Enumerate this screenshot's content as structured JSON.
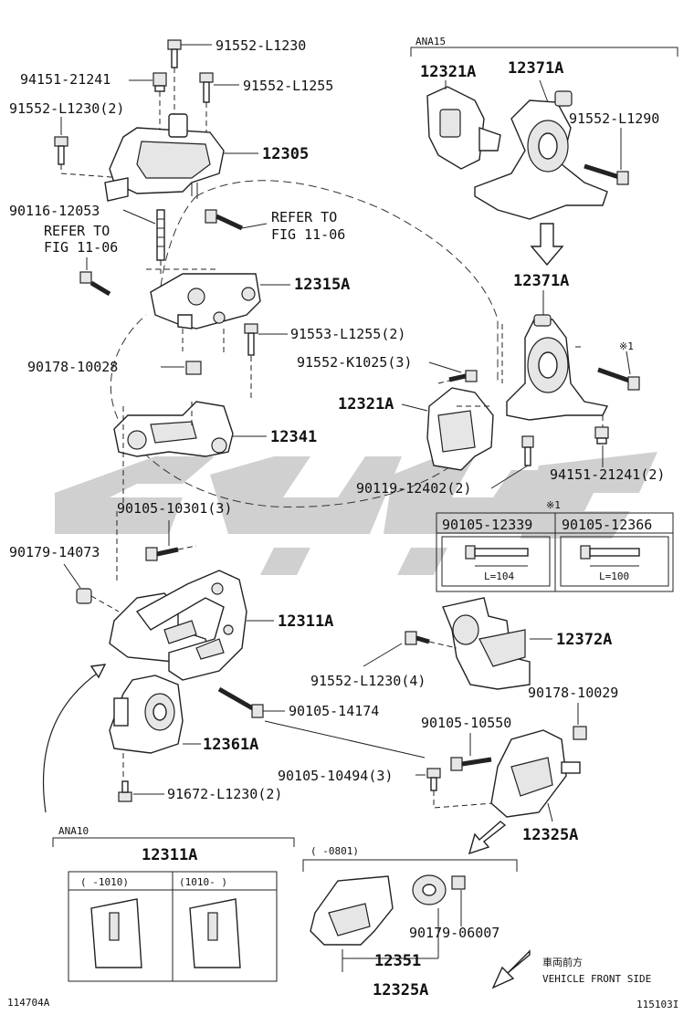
{
  "watermark": {
    "color": "#c8c8c8"
  },
  "callouts": {
    "c1": "91552-L1230",
    "c2": "94151-21241",
    "c3": "91552-L1255",
    "c4": "91552-L1230(2)",
    "c5": "12305",
    "c6": "90116-12053",
    "c7a": "REFER TO",
    "c7b": "FIG 11-06",
    "c8a": "REFER TO",
    "c8b": "FIG 11-06",
    "c9": "12315A",
    "c10": "91553-L1255(2)",
    "c11": "90178-10028",
    "c12": "91552-K1025(3)",
    "c13": "12321A",
    "c14": "12341",
    "c15": "90119-12402(2)",
    "c16": "90105-10301(3)",
    "c17": "90179-14073",
    "c18": "12311A",
    "c19": "12372A",
    "c20": "91552-L1230(4)",
    "c21": "90178-10029",
    "c22": "90105-14174",
    "c23": "12361A",
    "c24": "90105-10550",
    "c25": "90105-10494(3)",
    "c26": "91672-L1230(2)",
    "c27": "12325A",
    "c28": "12371A",
    "c29": "94151-21241(2)"
  },
  "ana15": {
    "tag": "ANA15",
    "p1": "12321A",
    "p2": "12371A",
    "p3": "91552-L1290"
  },
  "mark1": "※1",
  "bolt_table": {
    "mark": "※1",
    "col1": "90105-12339",
    "col2": "90105-12366",
    "len1": "L=104",
    "len2": "L=100"
  },
  "ana10": {
    "tag": "ANA10",
    "part": "12311A",
    "range1": "(    -1010)",
    "range2": "(1010-    )"
  },
  "sub0801": {
    "range": "(    -0801)",
    "p1": "90179-06007",
    "p2": "12351",
    "p3": "12325A"
  },
  "orientation": {
    "jp": "車両前方",
    "en": "VEHICLE FRONT SIDE"
  },
  "figure_codes": {
    "left": "114704A",
    "right": "115103I"
  }
}
